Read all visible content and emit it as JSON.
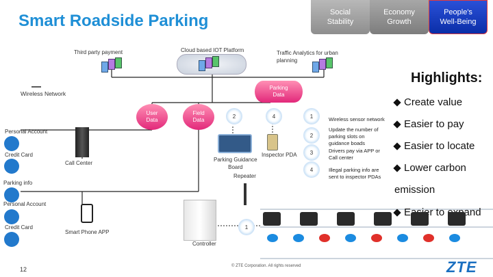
{
  "header": {
    "title": "Smart Roadside Parking"
  },
  "tabs": [
    {
      "label": "Social\nStability"
    },
    {
      "label": "Economy\nGrowth"
    },
    {
      "label": "People's\nWell-Being"
    }
  ],
  "top": {
    "third_party": "Third party payment",
    "cloud": "Cloud based IOT Platform",
    "traffic": "Traffic Analytics for urban\nplanning"
  },
  "legend": {
    "wireless": "Wireless  Network"
  },
  "data_nodes": {
    "parking_data": "Parking\nData",
    "user_data": "User\nData",
    "field_data": "Field\nData"
  },
  "left_labels": {
    "personal_account_1": "Personal Account",
    "credit_card_1": "Credit Card",
    "call_center": "Call Center",
    "parking_info": "Parking info",
    "personal_account_2": "Personal Account",
    "credit_card_2": "Credit Card",
    "smart_phone_app": "Smart Phone APP"
  },
  "middle": {
    "n2": "2",
    "n4": "4",
    "guidance": "Parking Guidance\nBoard",
    "pda": "Inspector PDA",
    "repeater": "Repeater",
    "controller": "Controller",
    "n1_bottom": "1"
  },
  "steps": [
    {
      "num": "1",
      "text": "Wireless sensor network"
    },
    {
      "num": "2",
      "text": "Update the number of\nparking slots on\nguidance boads"
    },
    {
      "num": "3",
      "text": "Drivers pay via APP or\nCall center"
    },
    {
      "num": "4",
      "text": "Illegal parking info are\nsent to inspector PDAs"
    }
  ],
  "highlights": {
    "title": "Highlights:",
    "items": [
      "Create value",
      "Easier to pay",
      "Easier to locate",
      "Lower carbon",
      "emission",
      "Easier to expand"
    ]
  },
  "footer": {
    "page": "12",
    "copyright": "© ZTE Corporation. All rights reserved",
    "logo": "ZTE"
  },
  "colors": {
    "title_blue": "#1f8fd6",
    "pink": "#e2287a",
    "zte_blue": "#1a6fc0",
    "people_tab": "#0a2ea8"
  }
}
